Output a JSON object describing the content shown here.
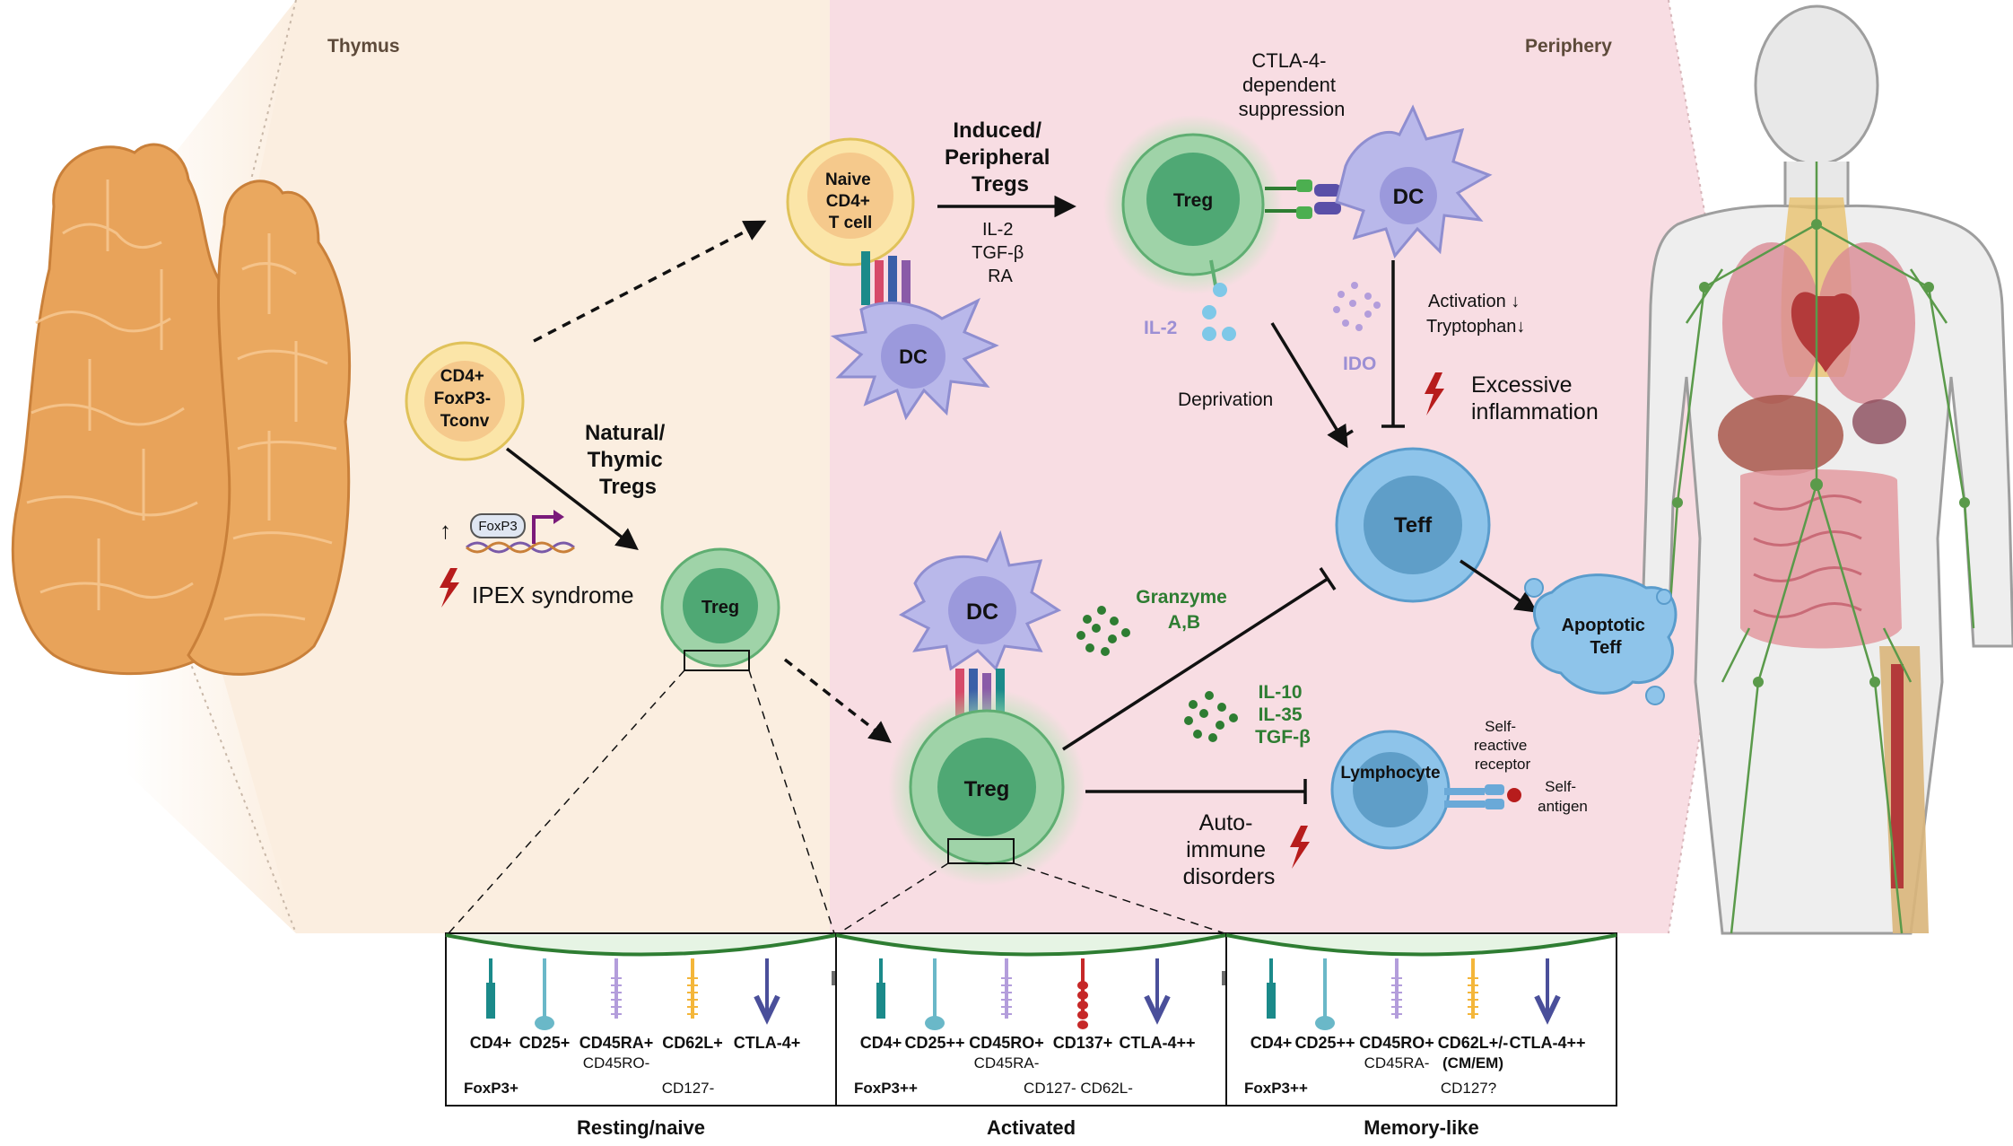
{
  "regions": {
    "thymus": "Thymus",
    "periphery": "Periphery"
  },
  "cells": {
    "tconv": [
      "CD4+",
      "FoxP3-",
      "Tconv"
    ],
    "naive": [
      "Naive",
      "CD4+",
      "T cell"
    ],
    "treg_thymic": "Treg",
    "treg_top": "Treg",
    "treg_active": "Treg",
    "dc_naive": "DC",
    "dc_top": "DC",
    "dc_mid": "DC",
    "teff": "Teff",
    "apoptotic": [
      "Apoptotic",
      "Teff"
    ],
    "lymphocyte": "Lymphocyte"
  },
  "labels": {
    "natural": [
      "Natural/",
      "Thymic",
      "Tregs"
    ],
    "induced": [
      "Induced/",
      "Peripheral",
      "Tregs"
    ],
    "induced_factors": [
      "IL-2",
      "TGF-β",
      "RA"
    ],
    "foxp3_gene": "FoxP3",
    "up_arrow": "↑",
    "ipex": "IPEX syndrome",
    "ctla4": [
      "CTLA-4-",
      "dependent",
      "suppression"
    ],
    "il2": "IL-2",
    "ido": "IDO",
    "deprivation": "Deprivation",
    "activation": [
      "Activation ↓",
      "Tryptophan↓"
    ],
    "excessive": [
      "Excessive",
      "inflammation"
    ],
    "granzyme": [
      "Granzyme",
      "A,B"
    ],
    "cytokines": [
      "IL-10",
      "IL-35",
      "TGF-β"
    ],
    "autoimmune": [
      "Auto-",
      "immune",
      "disorders"
    ],
    "self_receptor": [
      "Self-",
      "reactive",
      "receptor"
    ],
    "self_antigen": [
      "Self-",
      "antigen"
    ]
  },
  "panels": [
    {
      "title": "Resting/naive",
      "markers": [
        "CD4+",
        "CD25+",
        "CD45RA+",
        "CD62L+",
        "CTLA-4+"
      ],
      "sub": "CD45RO-",
      "foxp3": "FoxP3+",
      "extra": "CD127-"
    },
    {
      "title": "Activated",
      "markers": [
        "CD4+",
        "CD25++",
        "CD45RO+",
        "CD137+",
        "CTLA-4++"
      ],
      "sub": "CD45RA-",
      "foxp3": "FoxP3++",
      "extra": "CD127- CD62L-"
    },
    {
      "title": "Memory-like",
      "markers": [
        "CD4+",
        "CD25++",
        "CD45RO+",
        "CD62L+/-",
        "CTLA-4++"
      ],
      "sub": "CD45RA-",
      "sub2": "(CM/EM)",
      "foxp3": "FoxP3++",
      "extra": "CD127?"
    }
  ],
  "colors": {
    "thymus_bg": "#fbeee0",
    "periphery_bg": "#f8dde3",
    "treg": "#9fd3a8",
    "treg_core": "#4fa874",
    "tconv": "#fbe5a8",
    "tconv_core": "#f5c98c",
    "dc": "#b9b8ea",
    "teff": "#8ec4ea",
    "thymus_organ": "#e8a35a",
    "green_text": "#2e7d32",
    "lilac_text": "#9c8fd4",
    "red_bolt": "#b71c1c"
  }
}
